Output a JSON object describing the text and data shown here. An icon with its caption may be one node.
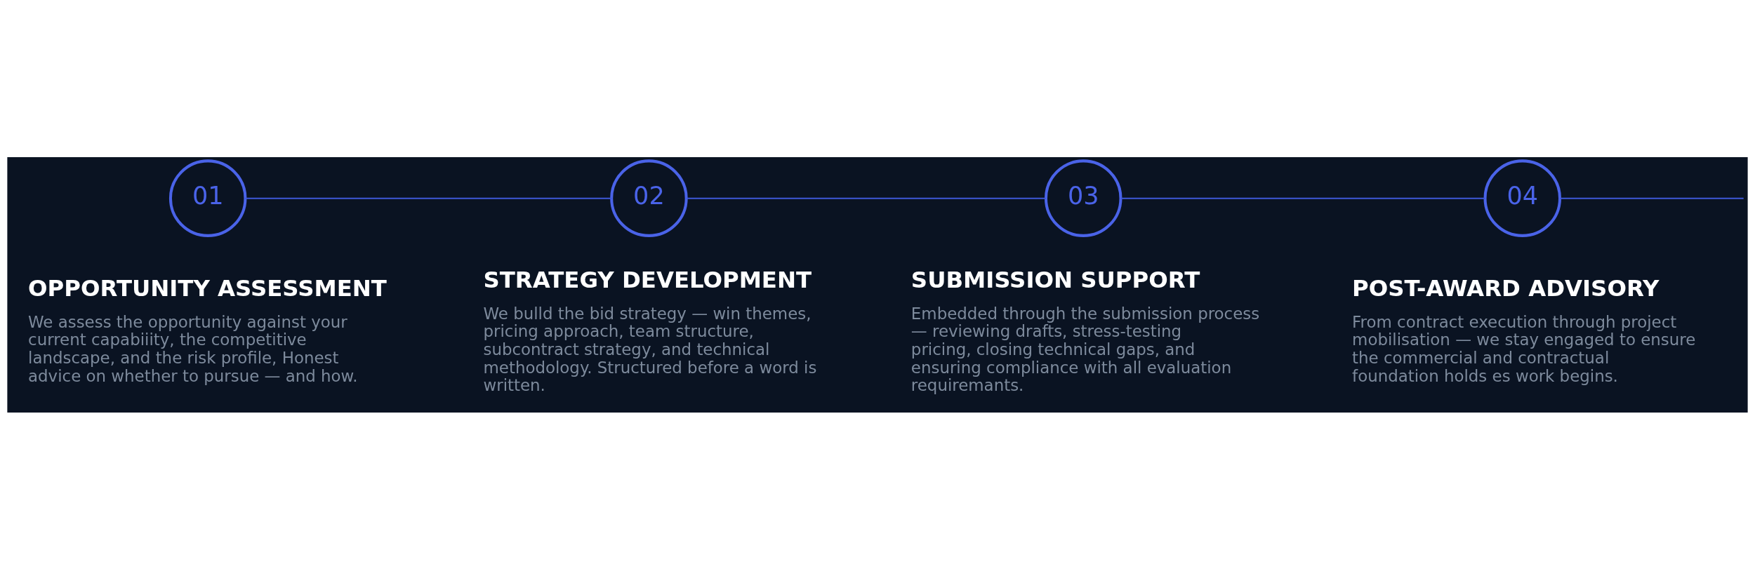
{
  "diagram": {
    "nodes": [
      {
        "text": [
          "01"
        ],
        "beside": [
          "OPPORTUNITY ASSESSMENT",
          "We assess the opportunity against your current capabiiity, the competitive landscape, and the risk profile, Honest advice on whether to pursue — and how."
        ]
      },
      {
        "text": [
          "02"
        ],
        "beside": [
          "STRATEGY DEVELOPMENT",
          "We bulld the bid strategy — win themes, pricing approach, team structure, subcontract strategy, and technical methodology. Structured before a word is written."
        ]
      },
      {
        "text": [
          "03"
        ],
        "beside": [
          "SUBMISSION SUPPORT",
          "Embedded through the submission process — reviewing drafts, stress-testing pricing, closing technical gaps, and ensuring compliance with all evaluation requiremants."
        ]
      },
      {
        "text": [
          "04"
        ],
        "beside": [
          "POST-AWARD ADVISORY",
          "From contract execution through project mobilisation — we stay engaged to ensure the commercial and contractual foundation holds es work begins."
        ]
      }
    ],
    "edges": [
      {
        "from": 0,
        "to": 1,
        "arrow": "none"
      },
      {
        "from": 1,
        "to": 2,
        "arrow": "none"
      },
      {
        "from": 2,
        "to": 3,
        "arrow": "none"
      },
      {
        "from": 3,
        "to": null,
        "arrow": "none"
      }
    ]
  }
}
